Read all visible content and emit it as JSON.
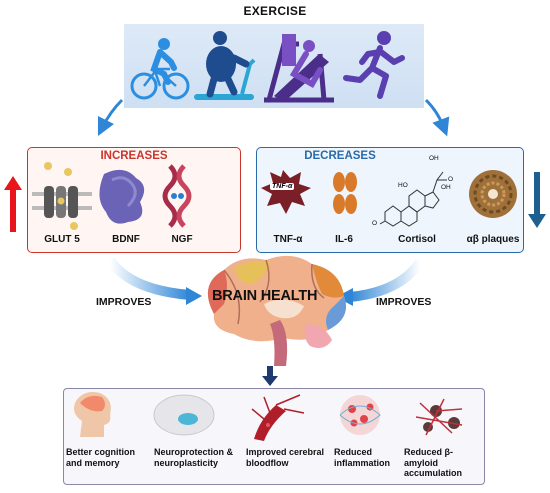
{
  "exercise": {
    "title": "EXERCISE"
  },
  "increases": {
    "title": "INCREASES",
    "items": [
      {
        "label": "GLUT 5"
      },
      {
        "label": "BDNF"
      },
      {
        "label": "NGF"
      }
    ]
  },
  "decreases": {
    "title": "DECREASES",
    "items": [
      {
        "label": "TNF-α"
      },
      {
        "label": "IL-6"
      },
      {
        "label": "Cortisol"
      },
      {
        "label": "αβ plaques"
      }
    ],
    "tnf_badge": "TNF-α",
    "cortisol_atoms": {
      "oh_top": "OH",
      "o_right": "O",
      "ho_left": "HO",
      "oh_right": "OH",
      "o_left": "O"
    }
  },
  "brain": {
    "title": "BRAIN HEALTH"
  },
  "improves": {
    "left": "IMPROVES",
    "right": "IMPROVES"
  },
  "outcomes": [
    {
      "line1": "Better cognition",
      "line2": "and memory"
    },
    {
      "line1": "Neuroprotection &",
      "line2": "neuroplasticity"
    },
    {
      "line1": "Improved cerebral",
      "line2": "bloodflow"
    },
    {
      "line1": "Reduced",
      "line2": "inflammation"
    },
    {
      "line1": "Reduced β-amyloid",
      "line2": "accumulation"
    }
  ],
  "colors": {
    "increase_red": "#e8161b",
    "decrease_blue": "#1f5f8f",
    "arrow_blue": "#2f86d6",
    "icon_blue": "#2b8ee0",
    "icon_purple": "#4b2e8a"
  }
}
